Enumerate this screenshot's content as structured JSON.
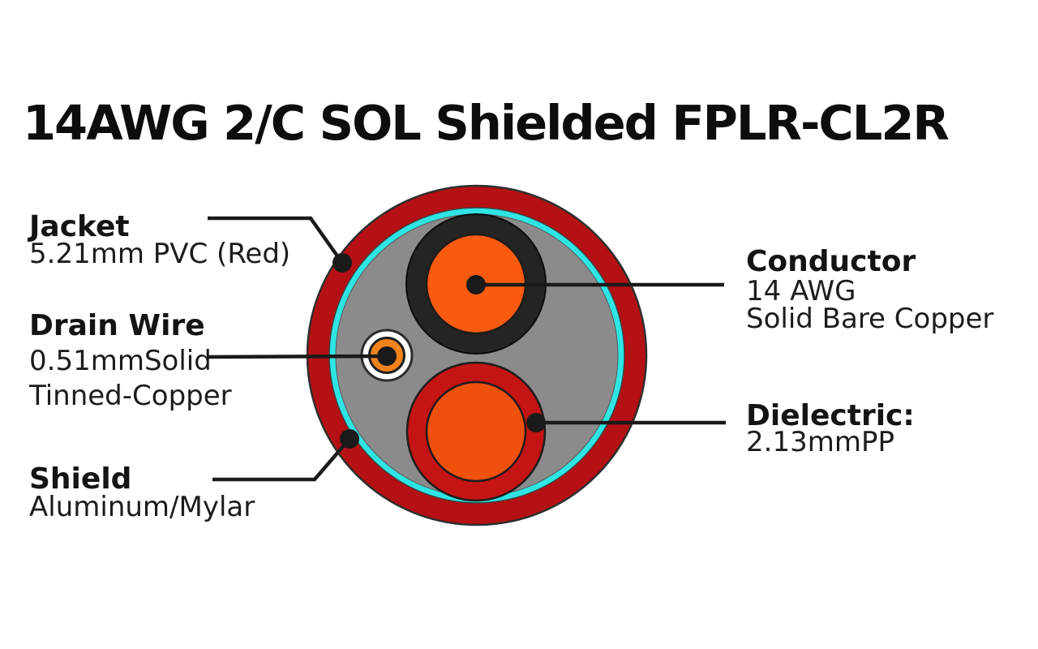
{
  "title": "14AWG 2/C SOL Shielded FPLR-CL2R",
  "labels": {
    "jacket": {
      "name": "Jacket",
      "spec": "5.21mm PVC (Red)"
    },
    "drain_wire": {
      "name": "Drain Wire",
      "spec1": "0.51mmSolid",
      "spec2": "Tinned-Copper"
    },
    "shield": {
      "name": "Shield",
      "spec": "Aluminum/Mylar"
    },
    "conductor": {
      "name": "Conductor",
      "spec1": "14 AWG",
      "spec2": "Solid Bare Copper"
    },
    "dielectric": {
      "name": "Dielectric:",
      "spec": "2.13mmPP"
    }
  },
  "colors": {
    "background": "#FFFFFF",
    "text": "#121212",
    "line": "#1A1A1A",
    "jacket_red": "#B51013",
    "shield_cyan": "#2FE5E4",
    "filler_gray": "#8B8B8B",
    "insulation_black": "#242424",
    "conductor_orange": "#FA5B0E",
    "dielectric_red": "#C41413",
    "dielectric_core_orange": "#EF500C",
    "drain_ring_white": "#FFFFFF",
    "drain_orange": "#F1831D"
  }
}
